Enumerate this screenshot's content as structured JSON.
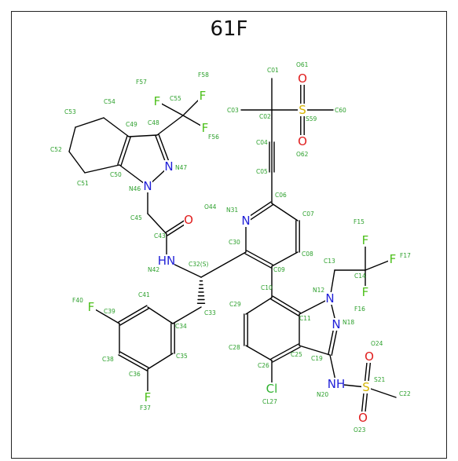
{
  "title": "61F",
  "colors": {
    "carbon": "#000000",
    "nitrogen": "#1f1fd8",
    "oxygen": "#e01c1c",
    "fluorine": "#4cbf1a",
    "sulfur": "#d6b400",
    "chlorine": "#2fb22f",
    "atom_label": "#2ca02c"
  },
  "atom_labels": {
    "C01": "C01",
    "C02": "C02",
    "C03": "C03",
    "C04": "C04",
    "C05": "C05",
    "C06": "C06",
    "C07": "C07",
    "C08": "C08",
    "C09": "C09",
    "C10": "C10",
    "C11": "C11",
    "N12": "N12",
    "C13": "C13",
    "C14": "C14",
    "F15": "F15",
    "F16": "F16",
    "F17": "F17",
    "N18": "N18",
    "C19": "C19",
    "N20": "N20",
    "S21": "S21",
    "C22": "C22",
    "O23": "O23",
    "O24": "O24",
    "C25": "C25",
    "C26": "C26",
    "CL27": "CL27",
    "C28": "C28",
    "C29": "C29",
    "C30": "C30",
    "N31": "N31",
    "C32": "C32(S)",
    "C33": "C33",
    "C34": "C34",
    "C35": "C35",
    "C36": "C36",
    "F37": "F37",
    "C38": "C38",
    "C39": "C39",
    "F40": "F40",
    "C41": "C41",
    "N42": "N42",
    "C43": "C43",
    "O44": "O44",
    "C45": "C45",
    "N46": "N46",
    "N47": "N47",
    "C48": "C48",
    "C49": "C49",
    "C50": "C50",
    "C51": "C51",
    "C52": "C52",
    "C53": "C53",
    "C54": "C54",
    "C55": "C55",
    "F56": "F56",
    "F57": "F57",
    "F58": "F58",
    "S59": "S59",
    "C60": "C60",
    "O61": "O61",
    "O62": "O62"
  },
  "element_symbols": {
    "N31": "N",
    "N12": "N",
    "N18": "N",
    "N20": "NH",
    "N42": "HN",
    "N46": "N",
    "N47": "N",
    "O44": "O",
    "O61": "O",
    "O62": "O",
    "O23": "O",
    "O24": "O",
    "S59": "S",
    "S21": "S",
    "F15": "F",
    "F16": "F",
    "F17": "F",
    "F37": "F",
    "F40": "F",
    "F56": "F",
    "F57": "F",
    "F58": "F",
    "CL27": "Cl"
  }
}
